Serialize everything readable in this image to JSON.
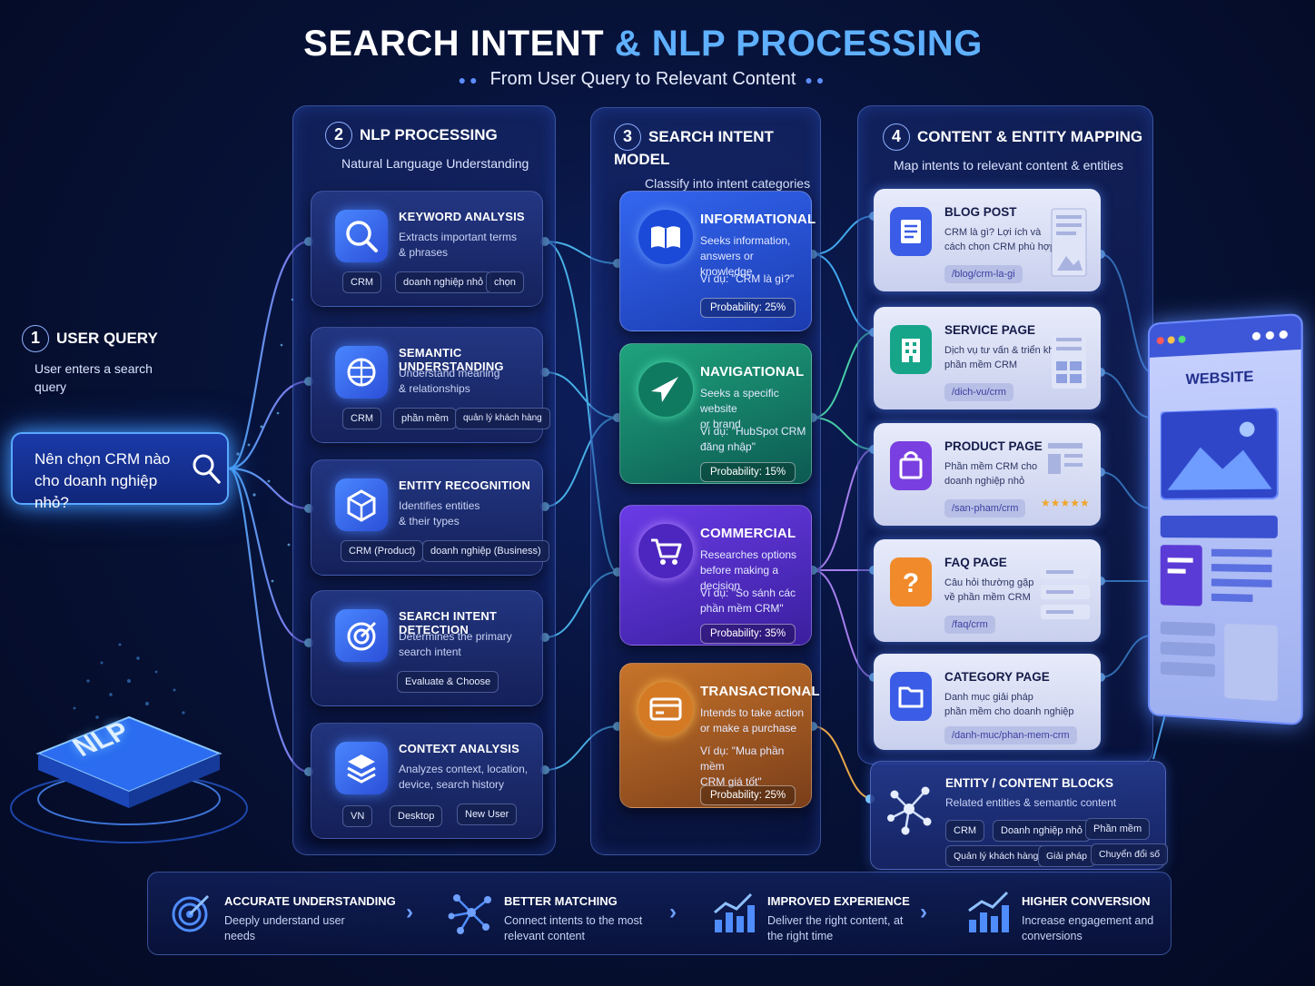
{
  "header": {
    "title_part1": "SEARCH INTENT",
    "title_amp": "&",
    "title_part2": "NLP PROCESSING",
    "subtitle": "From User Query to Relevant Content"
  },
  "user_query": {
    "number": "1",
    "title": "USER QUERY",
    "description": "User enters a search query",
    "query_text": "Nên chọn CRM nào cho doanh nghiệp nhỏ?"
  },
  "nlp_badge": "NLP",
  "nlp": {
    "number": "2",
    "title": "NLP PROCESSING",
    "subtitle": "Natural Language Understanding",
    "cards": [
      {
        "title": "KEYWORD ANALYSIS",
        "desc1": "Extracts important terms",
        "desc2": "& phrases",
        "chips": [
          "CRM",
          "doanh nghiệp nhỏ",
          "chọn"
        ]
      },
      {
        "title": "SEMANTIC UNDERSTANDING",
        "desc1": "Understand meaning",
        "desc2": "& relationships",
        "chips": [
          "CRM",
          "phần mềm",
          "quản lý khách hàng"
        ]
      },
      {
        "title": "ENTITY RECOGNITION",
        "desc1": "Identifies entities",
        "desc2": "& their types",
        "chips": [
          "CRM (Product)",
          "doanh nghiệp (Business)"
        ]
      },
      {
        "title": "SEARCH INTENT DETECTION",
        "desc1": "Determines the primary",
        "desc2": "search intent",
        "chips": [
          "Evaluate & Choose"
        ]
      },
      {
        "title": "CONTEXT ANALYSIS",
        "desc1": "Analyzes context, location,",
        "desc2": "device, search history",
        "chips": [
          "VN",
          "Desktop",
          "New User"
        ]
      }
    ]
  },
  "intent": {
    "number": "3",
    "title": "SEARCH INTENT MODEL",
    "subtitle": "Classify into intent categories",
    "cards": [
      {
        "title": "INFORMATIONAL",
        "desc1": "Seeks information,",
        "desc2": "answers or knowledge",
        "ex1": "Ví dụ: \"CRM là gì?\"",
        "ex2": "",
        "prob": "Probability: 25%",
        "color": "#2550d8"
      },
      {
        "title": "NAVIGATIONAL",
        "desc1": "Seeks a specific website",
        "desc2": "or brand",
        "ex1": "Ví dụ: \"HubSpot CRM",
        "ex2": "đăng nhập\"",
        "prob": "Probability: 15%",
        "color": "#138a6a"
      },
      {
        "title": "COMMERCIAL",
        "desc1": "Researches options",
        "desc2": "before making a decision",
        "ex1": "Ví dụ: \"So sánh các",
        "ex2": "phần mềm CRM\"",
        "prob": "Probability: 35%",
        "color": "#5a2ed0"
      },
      {
        "title": "TRANSACTIONAL",
        "desc1": "Intends to take action",
        "desc2": "or make a purchase",
        "ex1": "Ví dụ: \"Mua phần mềm",
        "ex2": "CRM giá tốt\"",
        "prob": "Probability: 25%",
        "color": "#b8631a"
      }
    ]
  },
  "mapping": {
    "number": "4",
    "title": "CONTENT & ENTITY MAPPING",
    "subtitle": "Map intents to relevant content & entities",
    "cards": [
      {
        "title": "BLOG POST",
        "desc1": "CRM là gì? Lợi ích và",
        "desc2": "cách chọn CRM phù hợp",
        "url": "/blog/crm-la-gi",
        "icon_color": "#3a5ce6"
      },
      {
        "title": "SERVICE PAGE",
        "desc1": "Dịch vụ tư vấn & triển khai",
        "desc2": "phần mềm CRM",
        "url": "/dich-vu/crm",
        "icon_color": "#17a58a"
      },
      {
        "title": "PRODUCT PAGE",
        "desc1": "Phần mềm CRM cho",
        "desc2": "doanh nghiệp nhỏ",
        "url": "/san-pham/crm",
        "icon_color": "#7a3fe0"
      },
      {
        "title": "FAQ PAGE",
        "desc1": "Câu hỏi thường gặp",
        "desc2": "về phần mềm CRM",
        "url": "/faq/crm",
        "icon_color": "#f08a2a"
      },
      {
        "title": "CATEGORY PAGE",
        "desc1": "Danh mục giải pháp",
        "desc2": "phần mềm cho doanh nghiệp",
        "url": "/danh-muc/phan-mem-crm",
        "icon_color": "#3a5ce6"
      }
    ],
    "entity": {
      "title": "ENTITY / CONTENT BLOCKS",
      "subtitle": "Related entities & semantic content",
      "chips": [
        "CRM",
        "Doanh nghiệp nhỏ",
        "Phần mềm",
        "Quản lý khách hàng",
        "Giải pháp",
        "Chuyển đổi số"
      ]
    }
  },
  "website_label": "WEBSITE",
  "benefits": [
    {
      "title": "ACCURATE UNDERSTANDING",
      "desc": "Deeply understand user needs"
    },
    {
      "title": "BETTER MATCHING",
      "desc": "Connect intents to the most relevant content"
    },
    {
      "title": "IMPROVED EXPERIENCE",
      "desc": "Deliver the right content, at the right time"
    },
    {
      "title": "HIGHER CONVERSION",
      "desc": "Increase engagement and conversions"
    }
  ]
}
